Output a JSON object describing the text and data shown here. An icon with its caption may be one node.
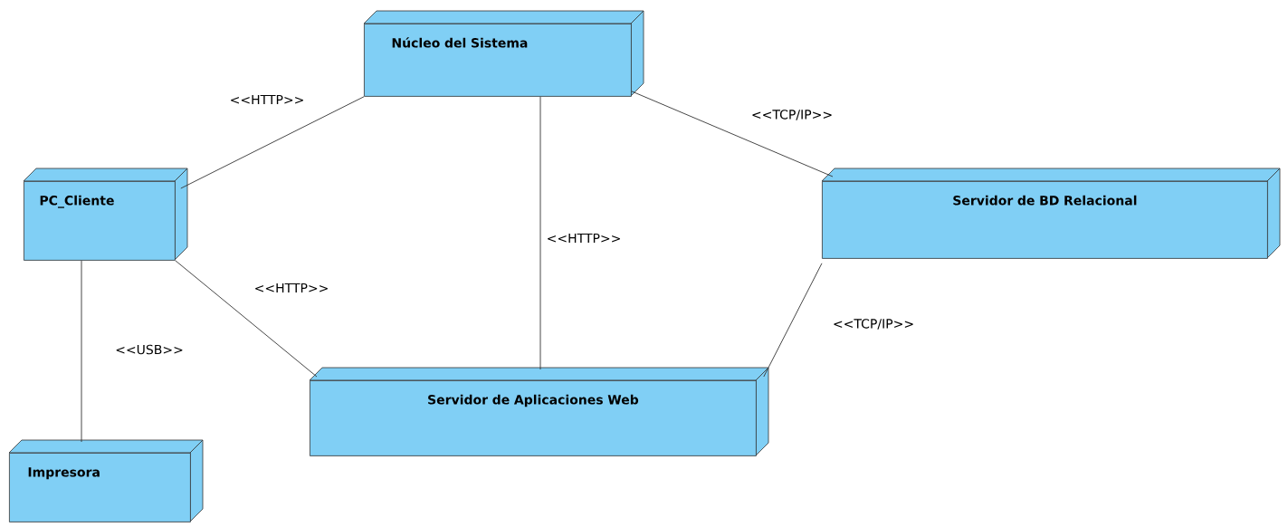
{
  "diagram": {
    "nodes": [
      {
        "text": [
          "Núcleo del Sistema"
        ]
      },
      {
        "text": [
          "PC_Cliente"
        ]
      },
      {
        "text": [
          "Servidor de BD Relacional"
        ]
      },
      {
        "text": [
          "Servidor de Aplicaciones Web"
        ]
      },
      {
        "text": [
          "Impresora"
        ]
      }
    ],
    "edges": [
      {
        "from": 0,
        "to": 1,
        "arrow": "none",
        "label": "<<HTTP>>"
      },
      {
        "from": 0,
        "to": 3,
        "arrow": "none",
        "label": "<<HTTP>>"
      },
      {
        "from": 0,
        "to": 2,
        "arrow": "none",
        "label": "<<TCP/IP>>"
      },
      {
        "from": 1,
        "to": 3,
        "arrow": "none",
        "label": "<<HTTP>>"
      },
      {
        "from": 2,
        "to": 3,
        "arrow": "none",
        "label": "<<TCP/IP>>"
      },
      {
        "from": 1,
        "to": 4,
        "arrow": "none",
        "label": "<<USB>>"
      }
    ]
  }
}
